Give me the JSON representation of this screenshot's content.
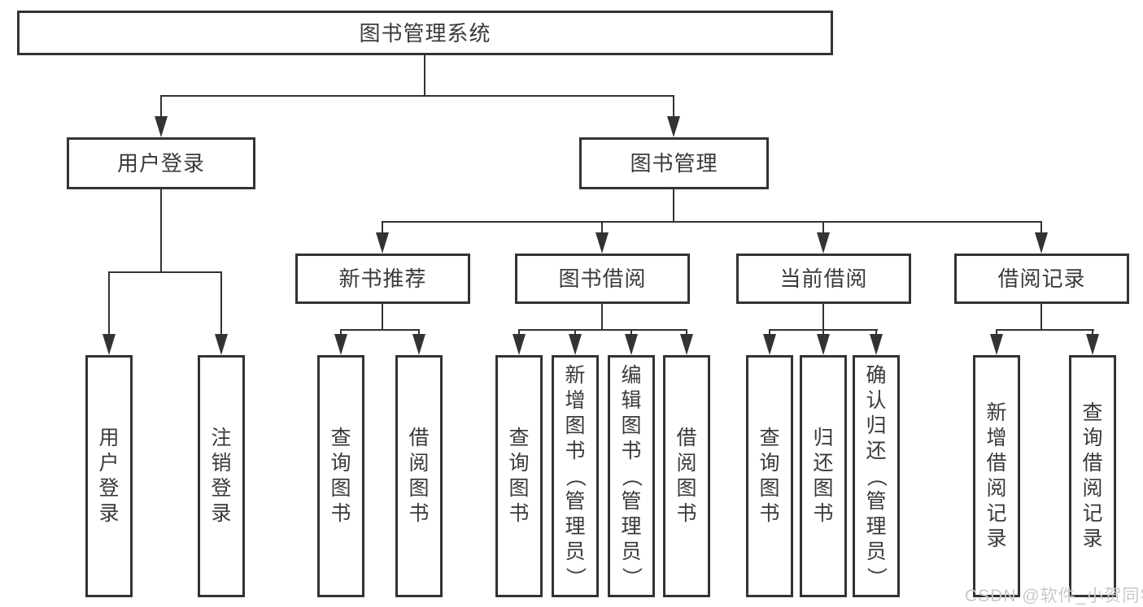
{
  "diagram": {
    "root": "图书管理系统",
    "level2": {
      "user_login": "用户登录",
      "book_management": "图书管理"
    },
    "level3": {
      "new_book_recommend": "新书推荐",
      "book_borrowing": "图书借阅",
      "current_borrowing": "当前借阅",
      "borrowing_records": "借阅记录"
    },
    "leaves": {
      "user_login": "用户登录",
      "logout": "注销登录",
      "recommend_query_books": "查询图书",
      "recommend_borrow_books": "借阅图书",
      "borrowing_query_books": "查询图书",
      "borrowing_add_books": "新增图书（管理员）",
      "borrowing_edit_books": "编辑图书（管理员）",
      "borrowing_borrow_books": "借阅图书",
      "current_query_books": "查询图书",
      "current_return_books": "归还图书",
      "current_confirm_return": "确认归还（管理员）",
      "records_add_record": "新增借阅记录",
      "records_query_record": "查询借阅记录"
    },
    "watermark": "CSDN @软件_小贺同学",
    "colors": {
      "line": "#333333",
      "text": "#3a3a3a",
      "watermark": "#c9c9c9",
      "background": "#ffffff"
    }
  }
}
